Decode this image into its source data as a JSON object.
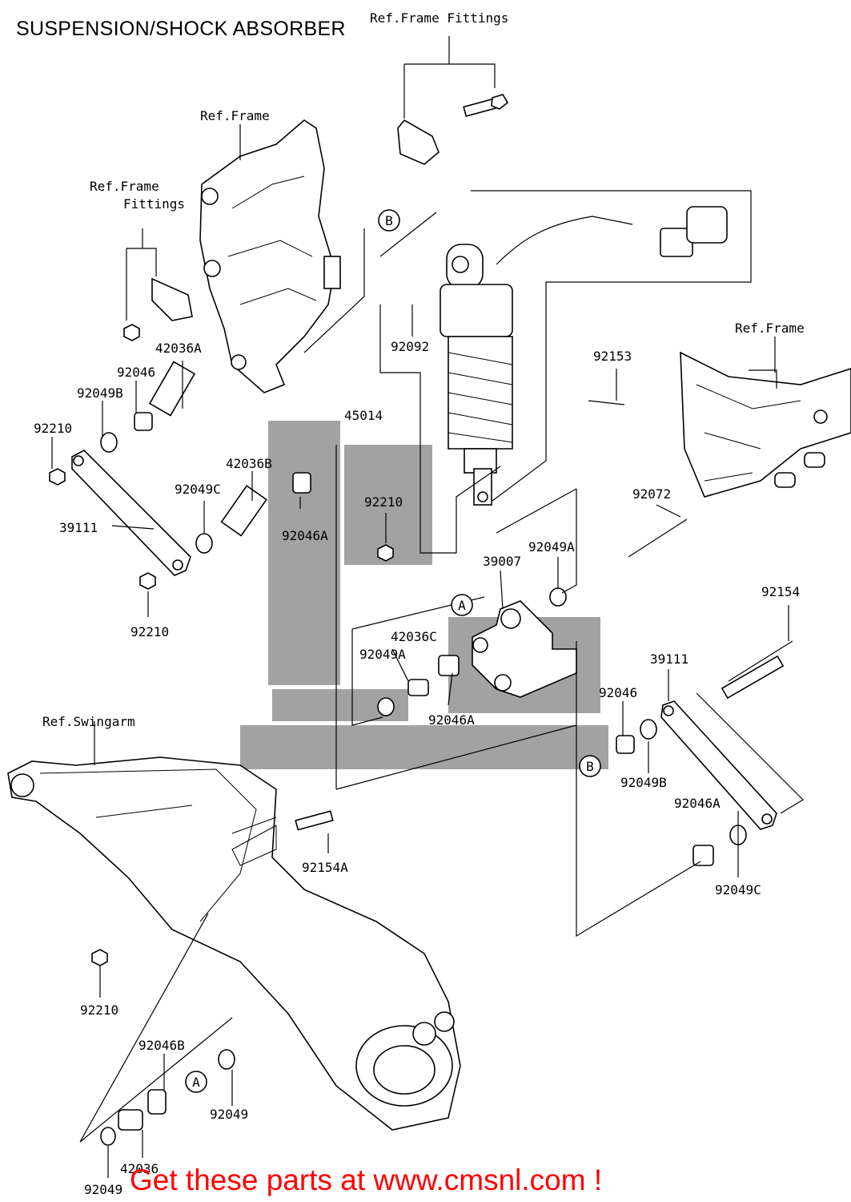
{
  "title": "SUSPENSION/SHOCK ABSORBER",
  "footer": "Get these parts at www.cmsnl.com !",
  "ref_labels": {
    "frame_fittings_top": "Ref.Frame Fittings",
    "frame_left": "Ref.Frame",
    "frame_fittings_left_1": "Ref.Frame",
    "frame_fittings_left_2": "Fittings",
    "frame_right": "Ref.Frame",
    "swingarm": "Ref.Swingarm"
  },
  "circle_refs": {
    "a": "A",
    "b": "B"
  },
  "parts": {
    "p92092": "92092",
    "p42036A": "42036A",
    "p92046_l": "92046",
    "p92049B_l": "92049B",
    "p92210_tl": "92210",
    "p42036B": "42036B",
    "p92049C_l": "92049C",
    "p39111_l": "39111",
    "p92210_l": "92210",
    "p45014": "45014",
    "p92210_c": "92210",
    "p92046A_c": "92046A",
    "p92153": "92153",
    "p92072": "92072",
    "p39007": "39007",
    "p92049A_r": "92049A",
    "p42036C": "42036C",
    "p92049A_l": "92049A",
    "p92046A_b": "92046A",
    "p92154": "92154",
    "p39111_r": "39111",
    "p92046_r": "92046",
    "p92049B_r": "92049B",
    "p92046A_r": "92046A",
    "p92049C_r": "92049C",
    "p92154A": "92154A",
    "p92210_bl": "92210",
    "p92046B": "92046B",
    "p92049_b": "92049",
    "p42036": "42036",
    "p92049_bl": "92049"
  }
}
